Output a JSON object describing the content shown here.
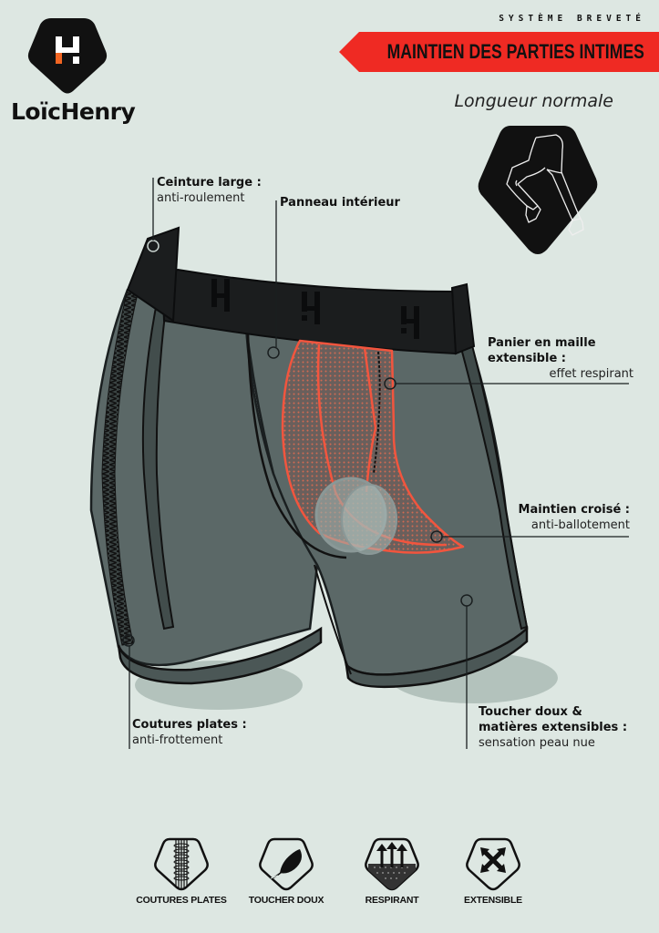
{
  "brand": {
    "name": "LoïcHenry",
    "logo_icon": "hexagon-h-logo",
    "colors": {
      "black": "#111111",
      "orange": "#f26522",
      "white": "#ffffff"
    }
  },
  "header": {
    "kicker": "SYSTÈME BREVETÉ",
    "banner_title": "MAINTIEN DES PARTIES INTIMES",
    "banner_color": "#ef2a23",
    "length_label": "Longueur normale",
    "length_icon": "running-legs-icon"
  },
  "product": {
    "fabric_color": "#5b6867",
    "waistband_color": "#1b1d1e",
    "mesh_color": "#f0644c",
    "background_color": "#dde7e2"
  },
  "callouts": [
    {
      "id": "waistband",
      "title": "Ceinture large :",
      "subtitle": "anti-roulement"
    },
    {
      "id": "inner-panel",
      "title": "Panneau intérieur",
      "subtitle": ""
    },
    {
      "id": "mesh-pouch",
      "title": "Panier en maille extensible :",
      "title_line1": "Panier en maille",
      "title_line2": "extensible :",
      "subtitle": "effet respirant"
    },
    {
      "id": "cross-support",
      "title": "Maintien croisé :",
      "subtitle": "anti-ballotement"
    },
    {
      "id": "flat-seams",
      "title": "Coutures plates :",
      "subtitle": "anti-frottement"
    },
    {
      "id": "soft-touch",
      "title_line1": "Toucher doux &",
      "title_line2": "matières extensibles :",
      "subtitle": "sensation peau nue"
    }
  ],
  "features": [
    {
      "label": "COUTURES PLATES",
      "icon": "flat-seam-icon"
    },
    {
      "label": "TOUCHER DOUX",
      "icon": "feather-icon"
    },
    {
      "label": "RESPIRANT",
      "icon": "breathable-arrows-icon"
    },
    {
      "label": "EXTENSIBLE",
      "icon": "stretch-arrows-icon"
    }
  ]
}
